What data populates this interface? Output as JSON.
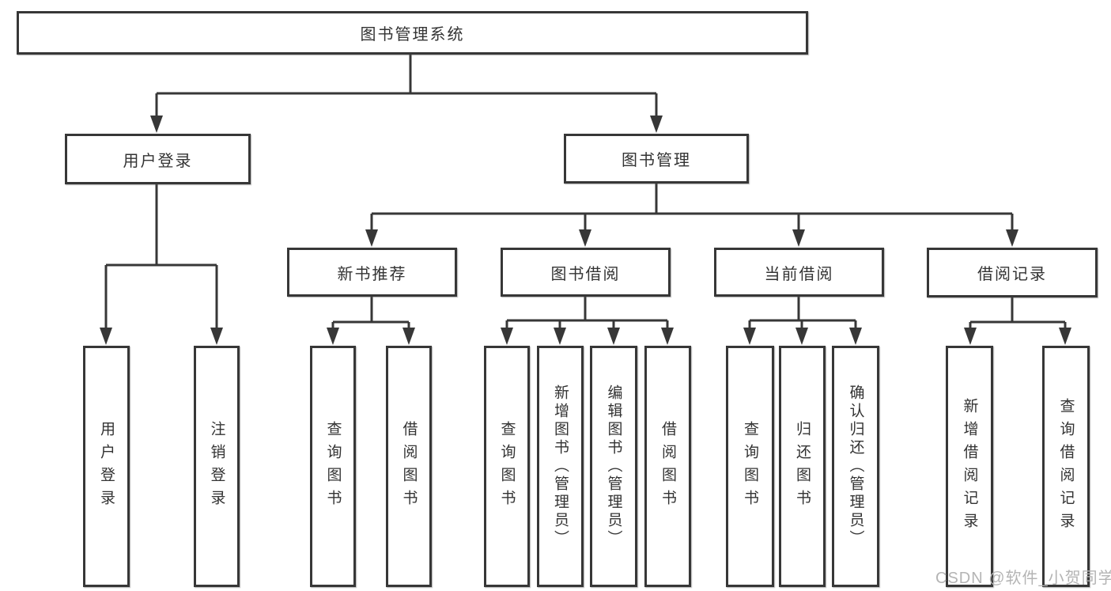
{
  "watermark": "CSDN @软件_小贺同学",
  "colors": {
    "line": "#373737",
    "text": "#333333",
    "background": "#ffffff",
    "watermark": "#b4b4b4"
  },
  "tree": {
    "label": "图书管理系统",
    "children": [
      {
        "label": "用户登录",
        "children": [
          {
            "label": "用户登录"
          },
          {
            "label": "注销登录"
          }
        ]
      },
      {
        "label": "图书管理",
        "children": [
          {
            "label": "新书推荐",
            "children": [
              {
                "label": "查询图书"
              },
              {
                "label": "借阅图书"
              }
            ]
          },
          {
            "label": "图书借阅",
            "children": [
              {
                "label": "查询图书"
              },
              {
                "label": "新增图书（管理员）"
              },
              {
                "label": "编辑图书（管理员）"
              },
              {
                "label": "借阅图书"
              }
            ]
          },
          {
            "label": "当前借阅",
            "children": [
              {
                "label": "查询图书"
              },
              {
                "label": "归还图书"
              },
              {
                "label": "确认归还（管理员）"
              }
            ]
          },
          {
            "label": "借阅记录",
            "children": [
              {
                "label": "新增借阅记录"
              },
              {
                "label": "查询借阅记录"
              }
            ]
          }
        ]
      }
    ]
  }
}
